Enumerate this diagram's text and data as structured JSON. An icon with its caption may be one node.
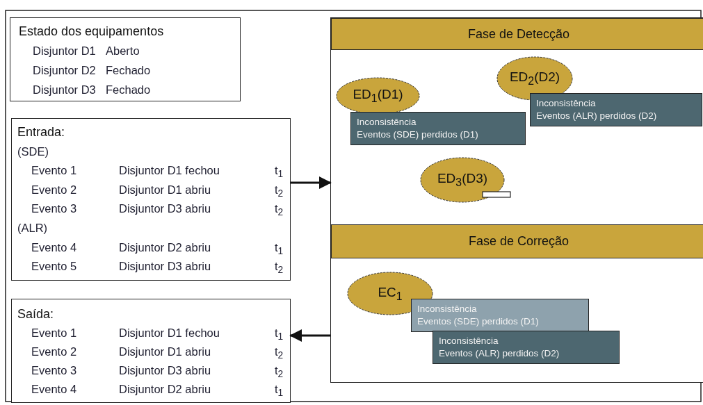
{
  "diagram": {
    "nodes": [
      {
        "text": [
          "Estado dos equipamentos",
          "Disjuntor D1",
          "Aberto",
          "Disjuntor D2",
          "Fechado",
          "Disjuntor D3",
          "Fechado"
        ]
      },
      {
        "text": [
          "Entrada:",
          "(SDE)",
          "Evento 1",
          "Disjuntor D1 fechou",
          "t$_{1}$",
          "Evento 2",
          "Disjuntor D1 abriu",
          "t$_{2}$",
          "Evento 3",
          "Disjuntor D3 abriu",
          "t$_{2}$",
          "(ALR)",
          "Evento 4",
          "Disjuntor D2 abriu",
          "t$_{1}$",
          "Evento 5",
          "Disjuntor D3 abriu",
          "t$_{2}$"
        ]
      },
      {
        "text": [
          "Saída:",
          "Evento 1",
          "Disjuntor D1 fechou",
          "t$_{1}$",
          "Evento 2",
          "Disjuntor D1 abriu",
          "t$_{2}$",
          "Evento 3",
          "Disjuntor D3 abriu",
          "t$_{2}$",
          "Evento 4",
          "Disjuntor D2 abriu",
          "t$_{1}$"
        ]
      },
      {
        "text": [],
        "shape": "box"
      },
      {
        "text": [
          "Fase de Detecção"
        ],
        "in": 3
      },
      {
        "text": [
          "ED$_{1}$(D1)"
        ],
        "in": 3
      },
      {
        "text": [
          "Inconsistência",
          "Eventos (SDE) perdidos (D1)"
        ],
        "in": 3
      },
      {
        "text": [
          "ED$_{2}$(D2)"
        ],
        "in": 3
      },
      {
        "text": [
          "Inconsistência",
          "Eventos (ALR) perdidos (D2)"
        ],
        "in": 3
      },
      {
        "text": [
          "ED$_{3}$(D3)"
        ],
        "in": 3
      },
      {
        "text": [
          "Fase de Correção"
        ],
        "in": 3
      },
      {
        "text": [
          "EC$_{1}$"
        ],
        "in": 3
      },
      {
        "text": [
          "Inconsistência",
          "Eventos (SDE) perdidos (D1)"
        ],
        "in": 3
      },
      {
        "text": [
          "Inconsistência",
          "Eventos (ALR) perdidos (D2)"
        ],
        "in": 3
      }
    ],
    "edges": [
      {
        "from": 1,
        "to": 3,
        "arrow": "to"
      },
      {
        "from": 3,
        "to": 2,
        "arrow": "to"
      }
    ]
  }
}
